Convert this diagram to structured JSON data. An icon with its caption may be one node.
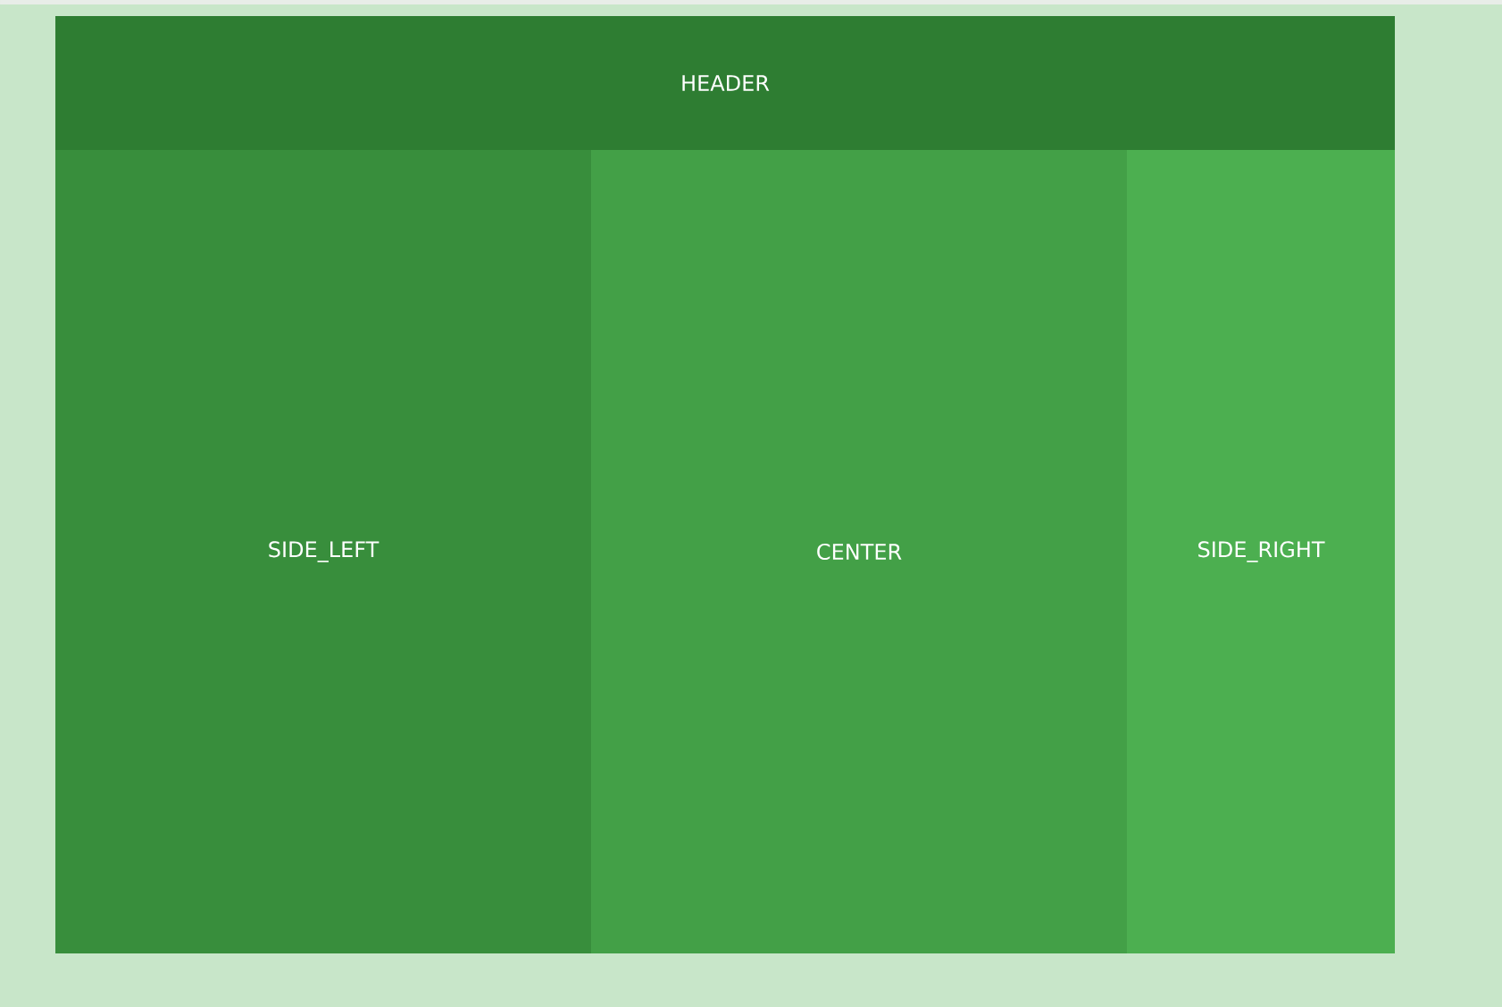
{
  "diagram": {
    "nodes": [
      {
        "text": [
          "HEADER"
        ]
      },
      {
        "text": [
          "SIDE_LEFT"
        ]
      },
      {
        "text": [
          "CENTER"
        ]
      },
      {
        "text": [
          "SIDE_RIGHT"
        ]
      }
    ]
  }
}
